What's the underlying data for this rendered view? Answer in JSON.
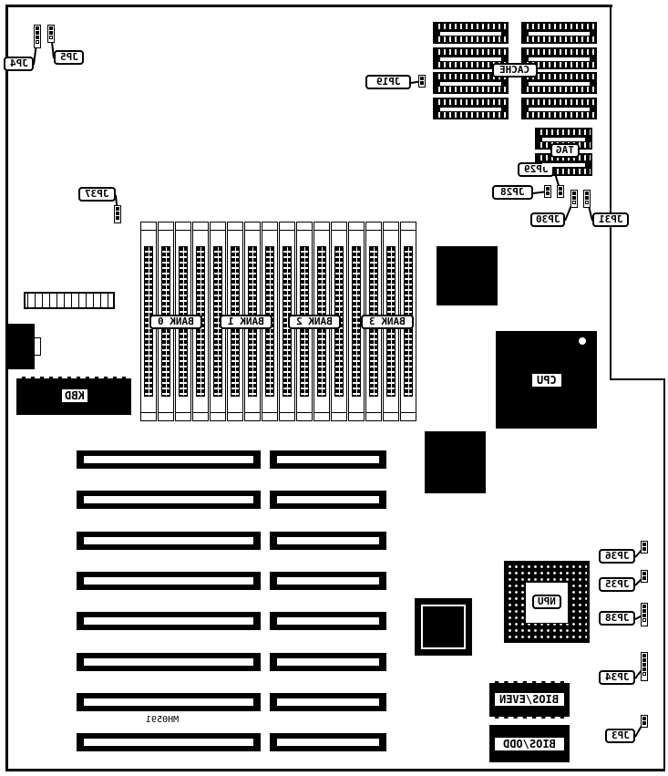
{
  "diagram": {
    "figure_id": "MH0591",
    "components": {
      "cache": "CACHE",
      "tag": "TAG",
      "cpu": "CPU",
      "npu": "NPU",
      "kbd": "KBD",
      "bios_even": "BIOS/EVEN",
      "bios_odd": "BIOS/ODD",
      "banks": [
        "BANK 0",
        "BANK 1",
        "BANK 2",
        "BANK 3"
      ]
    },
    "jumpers": {
      "jp4": "JP4",
      "jp5": "JP5",
      "jp19": "JP19",
      "jp29": "JP29",
      "jp28": "JP28",
      "jp30": "JP30",
      "jp31": "JP31",
      "jp37": "JP37",
      "jp36": "JP36",
      "jp35": "JP35",
      "jp38": "JP38",
      "jp34": "JP34",
      "jp3": "JP3"
    }
  }
}
